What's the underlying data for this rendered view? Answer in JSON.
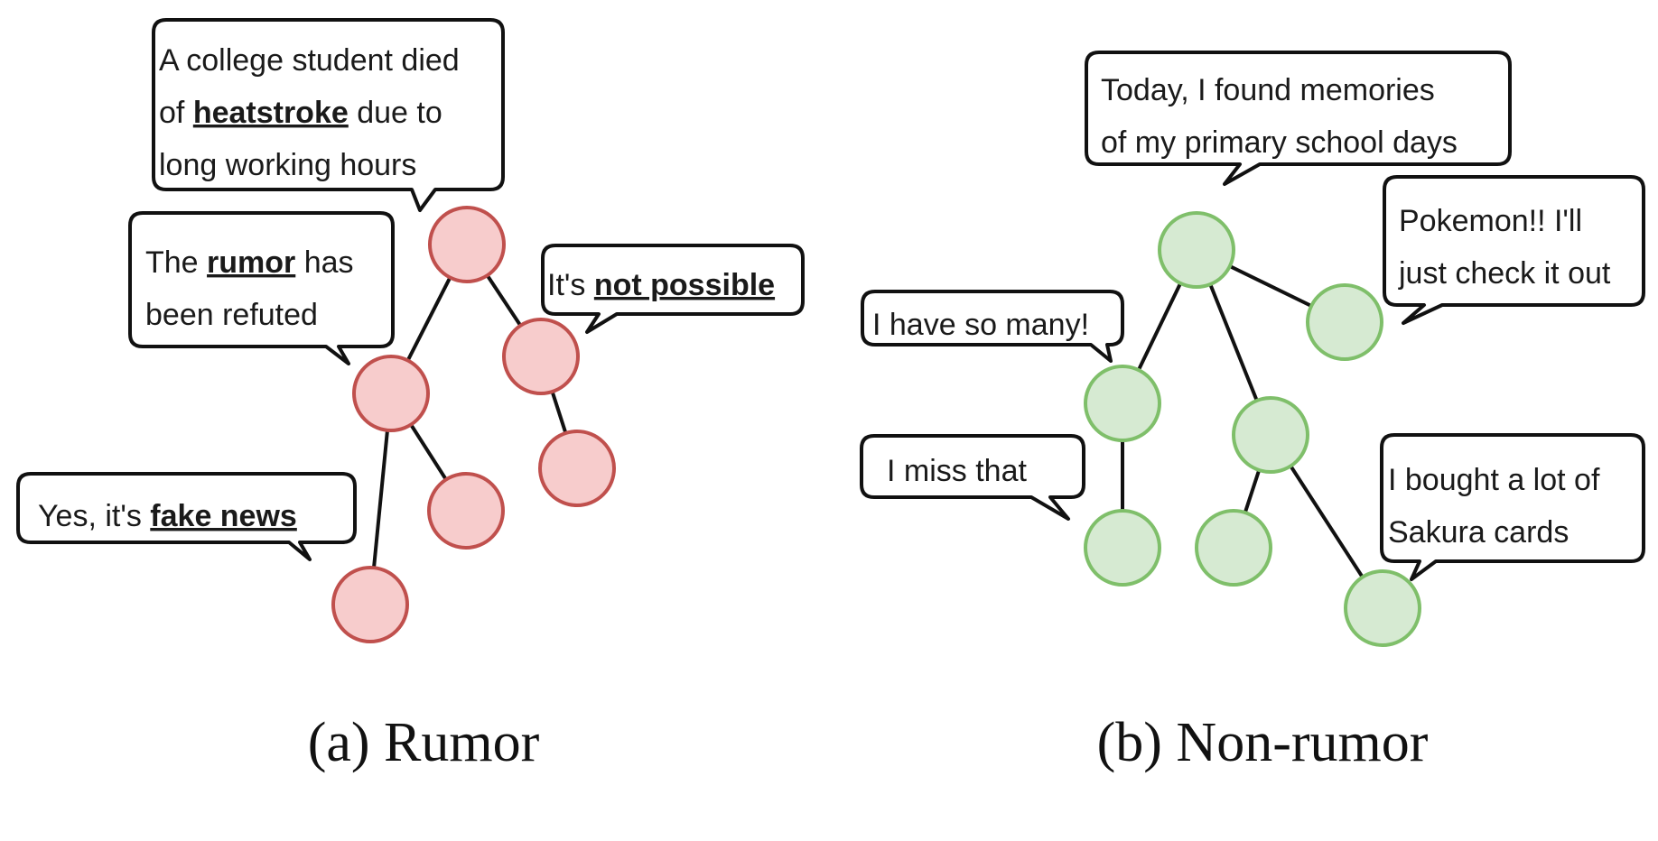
{
  "colors": {
    "rumor_node_fill": "#f7cccc",
    "rumor_node_stroke": "#c0504d",
    "nonrumor_node_fill": "#d6ead2",
    "nonrumor_node_stroke": "#7fbf6a",
    "edge": "#111111"
  },
  "rumor": {
    "caption": "(a)  Rumor",
    "bubbles": {
      "source": {
        "l1": "A college student died",
        "l2_a": "of ",
        "l2_b": "heatstroke",
        "l2_c": " due to",
        "l3": "long working hours"
      },
      "refuted": {
        "l1_a": "The ",
        "l1_b": "rumor",
        "l1_c": " has",
        "l2": "been refuted"
      },
      "not_possible": {
        "a": "It's ",
        "b": "not possible"
      },
      "fake_news": {
        "a": "Yes, it's ",
        "b": "fake news"
      }
    }
  },
  "nonrumor": {
    "caption": "(b)  Non-rumor",
    "bubbles": {
      "source": {
        "l1": "Today, I found memories",
        "l2": "of my primary school days"
      },
      "pokemon": {
        "l1": "Pokemon!! I'll",
        "l2": "just check it out"
      },
      "so_many": {
        "l1": "I have so many!"
      },
      "miss": {
        "l1": "I miss that"
      },
      "sakura": {
        "l1": "I bought a lot of",
        "l2": "Sakura cards"
      }
    }
  }
}
